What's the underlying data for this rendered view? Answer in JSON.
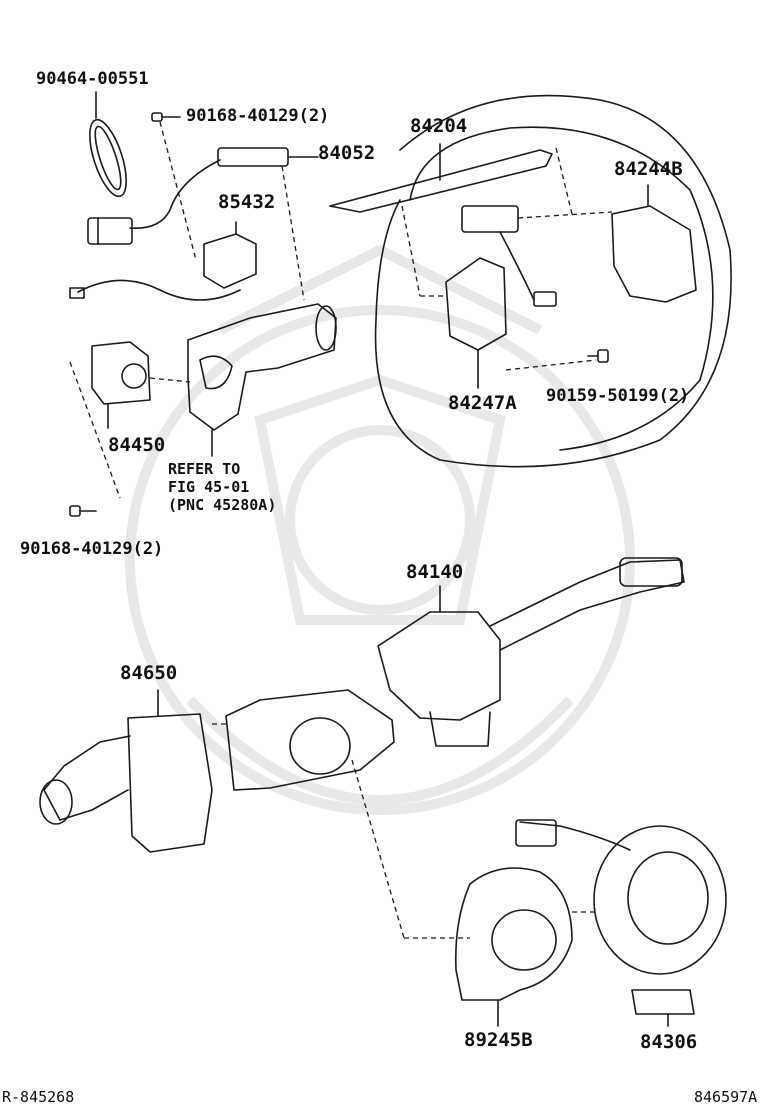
{
  "labels": {
    "p90464": "90464-00551",
    "p90168_top": "90168-40129(2)",
    "p84052": "84052",
    "p84204": "84204",
    "p84244B": "84244B",
    "p85432": "85432",
    "p84450": "84450",
    "refer_line1": "REFER TO",
    "refer_line2": "FIG 45-01",
    "refer_line3": "(PNC 45280A)",
    "p90168_bottom": "90168-40129(2)",
    "p84247A": "84247A",
    "p90159": "90159-50199(2)",
    "p84140": "84140",
    "p84650": "84650",
    "p89245B": "89245B",
    "p84306": "84306"
  },
  "footer": {
    "left": "R-845268",
    "right": "846597A"
  },
  "colors": {
    "line": "#1a1a1a",
    "watermark": "#e6e6e6"
  }
}
